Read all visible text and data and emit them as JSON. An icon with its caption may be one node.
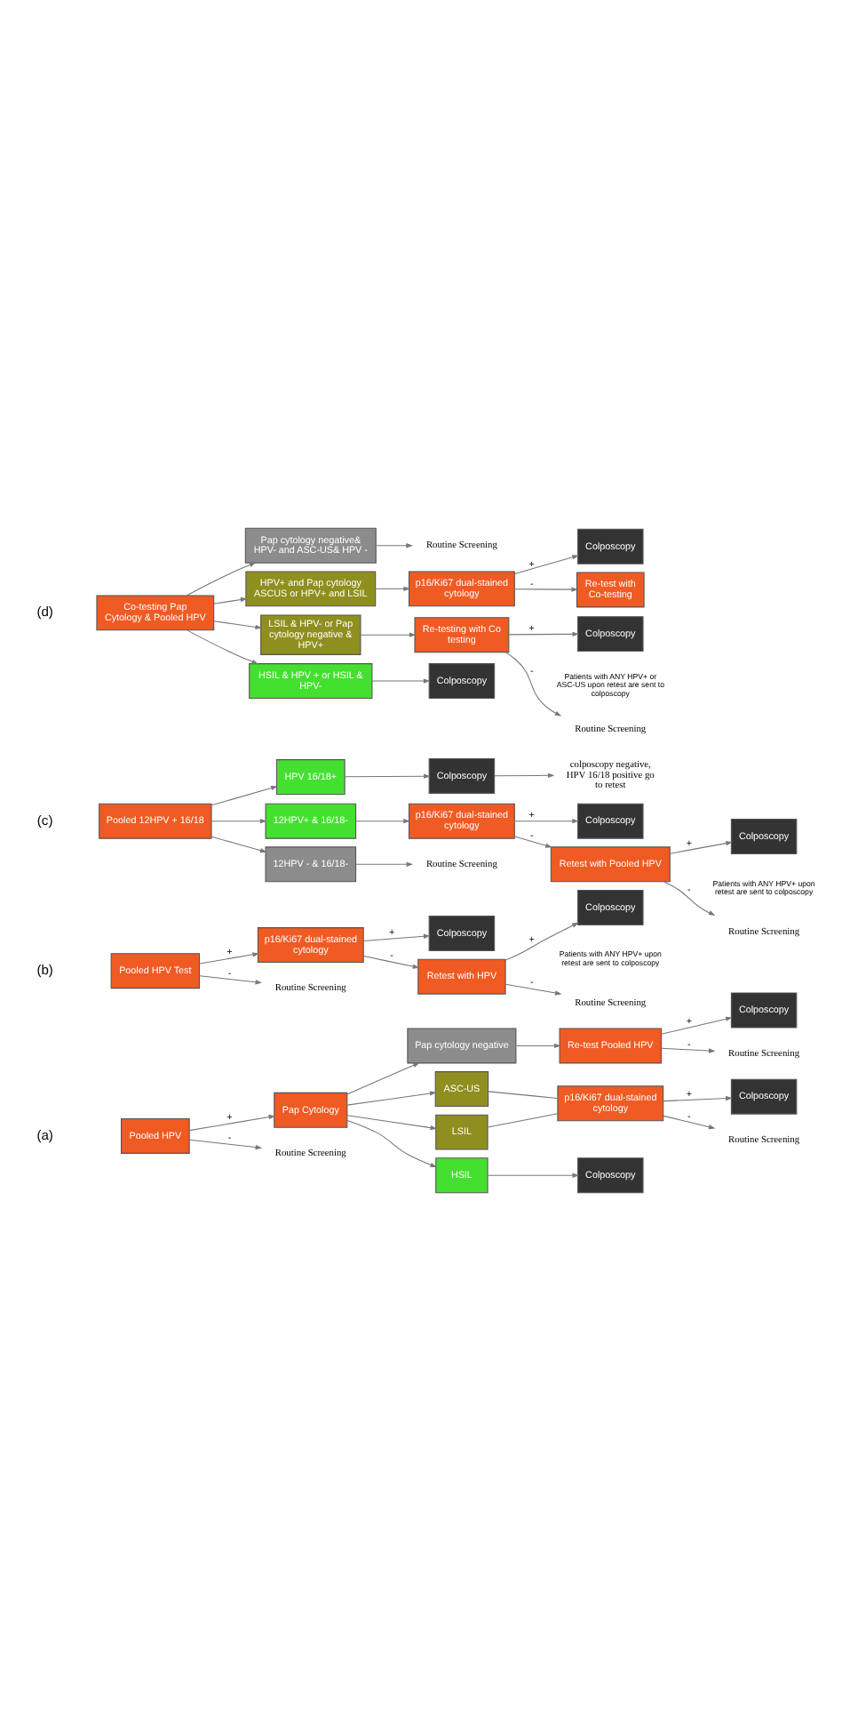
{
  "diagram": {
    "nodes": [
      {
        "text": [
          "Pooled HPV"
        ]
      },
      {
        "text": [
          "Pap Cytology"
        ]
      },
      {
        "text": [
          "Routine Screening"
        ]
      },
      {
        "text": [
          "Pap cytology negative"
        ]
      },
      {
        "text": [
          "ASC-US"
        ]
      },
      {
        "text": [
          "LSIL"
        ]
      },
      {
        "text": [
          "HSIL"
        ]
      },
      {
        "text": [
          "Re-test Pooled HPV"
        ]
      },
      {
        "text": [
          "p16/Ki67 dual-stained cytology"
        ]
      },
      {
        "text": [
          "Colposcopy"
        ]
      },
      {
        "text": [
          "Colposcopy"
        ]
      },
      {
        "text": [
          "Routine Screening"
        ]
      },
      {
        "text": [
          "Colposcopy"
        ]
      },
      {
        "text": [
          "Routine Screening"
        ]
      },
      {
        "text": [
          "Pooled HPV Test"
        ]
      },
      {
        "text": [
          "p16/Ki67 dual-stained cytology"
        ]
      },
      {
        "text": [
          "Routine Screening"
        ]
      },
      {
        "text": [
          "Colposcopy"
        ]
      },
      {
        "text": [
          "Retest with HPV"
        ]
      },
      {
        "text": [
          "Colposcopy"
        ],
        "beside": [
          "Patients with ANY HPV+ upon retest are sent to colposcopy"
        ]
      },
      {
        "text": [
          "Routine Screening"
        ]
      },
      {
        "text": [
          "Pooled 12HPV + 16/18"
        ]
      },
      {
        "text": [
          "HPV 16/18+"
        ]
      },
      {
        "text": [
          "12HPV+ & 16/18-"
        ]
      },
      {
        "text": [
          "12HPV - & 16/18-"
        ]
      },
      {
        "text": [
          "Colposcopy"
        ]
      },
      {
        "text": [
          "colposcopy negative, HPV 16/18 positive go to retest"
        ]
      },
      {
        "text": [
          "p16/Ki67 dual-stained cytology"
        ]
      },
      {
        "text": [
          "Routine Screening"
        ]
      },
      {
        "text": [
          "Colposcopy"
        ]
      },
      {
        "text": [
          "Retest with Pooled HPV"
        ]
      },
      {
        "text": [
          "Colposcopy"
        ],
        "beside": [
          "Patients with ANY HPV+ upon retest are sent to colposcopy"
        ]
      },
      {
        "text": [
          "Routine Screening"
        ]
      },
      {
        "text": [
          "Co-testing Pap Cytology & Pooled HPV"
        ]
      },
      {
        "text": [
          "Pap cytology negative& HPV- and ASC-US& HPV -"
        ]
      },
      {
        "text": [
          "Routine Screening"
        ]
      },
      {
        "text": [
          "HPV+ and Pap cytology ASCUS or HPV+ and LSIL"
        ]
      },
      {
        "text": [
          "p16/Ki67 dual-stained cytology"
        ]
      },
      {
        "text": [
          "Colposcopy"
        ]
      },
      {
        "text": [
          "Re-test with Co-testing"
        ]
      },
      {
        "text": [
          "LSIL & HPV- or Pap cytology negative & HPV+"
        ]
      },
      {
        "text": [
          "Re-testing with Co testing"
        ]
      },
      {
        "text": [
          "Colposcopy"
        ],
        "beside": [
          "Patients with ANY HPV+ or ASC-US upon retest are sent to colposcopy"
        ]
      },
      {
        "text": [
          "Routine Screening"
        ]
      },
      {
        "text": [
          "HSIL & HPV + or HSIL & HPV-"
        ]
      },
      {
        "text": [
          "Colposcopy"
        ]
      }
    ],
    "edges": [
      {
        "from": 0,
        "to": 1,
        "arrow": "to",
        "label": "+"
      },
      {
        "from": 0,
        "to": 2,
        "arrow": "to",
        "label": "-"
      },
      {
        "from": 1,
        "to": 3,
        "arrow": "to"
      },
      {
        "from": 1,
        "to": 4,
        "arrow": "to"
      },
      {
        "from": 1,
        "to": 5,
        "arrow": "to"
      },
      {
        "from": 1,
        "to": 6,
        "arrow": "to"
      },
      {
        "from": 3,
        "to": 7,
        "arrow": "to"
      },
      {
        "from": 4,
        "to": 8,
        "arrow": "none"
      },
      {
        "from": 5,
        "to": 8,
        "arrow": "none"
      },
      {
        "from": 6,
        "to": 9,
        "arrow": "to"
      },
      {
        "from": 7,
        "to": 10,
        "arrow": "to",
        "label": "+"
      },
      {
        "from": 7,
        "to": 11,
        "arrow": "to",
        "label": "-"
      },
      {
        "from": 8,
        "to": 12,
        "arrow": "to",
        "label": "+"
      },
      {
        "from": 8,
        "to": 13,
        "arrow": "to",
        "label": "-"
      },
      {
        "from": 14,
        "to": 15,
        "arrow": "to",
        "label": "+"
      },
      {
        "from": 14,
        "to": 16,
        "arrow": "to",
        "label": "-"
      },
      {
        "from": 15,
        "to": 17,
        "arrow": "to",
        "label": "+"
      },
      {
        "from": 15,
        "to": 18,
        "arrow": "to",
        "label": "-"
      },
      {
        "from": 18,
        "to": 19,
        "arrow": "to",
        "label": "+"
      },
      {
        "from": 18,
        "to": 20,
        "arrow": "to",
        "label": "-"
      },
      {
        "from": 21,
        "to": 22,
        "arrow": "to"
      },
      {
        "from": 21,
        "to": 23,
        "arrow": "to"
      },
      {
        "from": 21,
        "to": 24,
        "arrow": "to"
      },
      {
        "from": 22,
        "to": 25,
        "arrow": "to"
      },
      {
        "from": 25,
        "to": 26,
        "arrow": "to"
      },
      {
        "from": 23,
        "to": 27,
        "arrow": "to"
      },
      {
        "from": 24,
        "to": 28,
        "arrow": "to"
      },
      {
        "from": 27,
        "to": 29,
        "arrow": "to",
        "label": "+"
      },
      {
        "from": 27,
        "to": 30,
        "arrow": "to",
        "label": "-"
      },
      {
        "from": 30,
        "to": 31,
        "arrow": "to",
        "label": "+"
      },
      {
        "from": 30,
        "to": 32,
        "arrow": "to",
        "label": "-"
      },
      {
        "from": 33,
        "to": 34,
        "arrow": "to"
      },
      {
        "from": 33,
        "to": 36,
        "arrow": "to"
      },
      {
        "from": 33,
        "to": 40,
        "arrow": "to"
      },
      {
        "from": 33,
        "to": 44,
        "arrow": "to"
      },
      {
        "from": 34,
        "to": 35,
        "arrow": "to"
      },
      {
        "from": 36,
        "to": 37,
        "arrow": "to"
      },
      {
        "from": 37,
        "to": 38,
        "arrow": "to",
        "label": "+"
      },
      {
        "from": 37,
        "to": 39,
        "arrow": "to",
        "label": "-"
      },
      {
        "from": 40,
        "to": 41,
        "arrow": "to"
      },
      {
        "from": 41,
        "to": 42,
        "arrow": "to",
        "label": "+"
      },
      {
        "from": 41,
        "to": 43,
        "arrow": "to",
        "label": "-"
      },
      {
        "from": 44,
        "to": 45,
        "arrow": "to"
      }
    ],
    "labels": [
      "(a)",
      "(b)",
      "(c)",
      "(d)"
    ]
  }
}
